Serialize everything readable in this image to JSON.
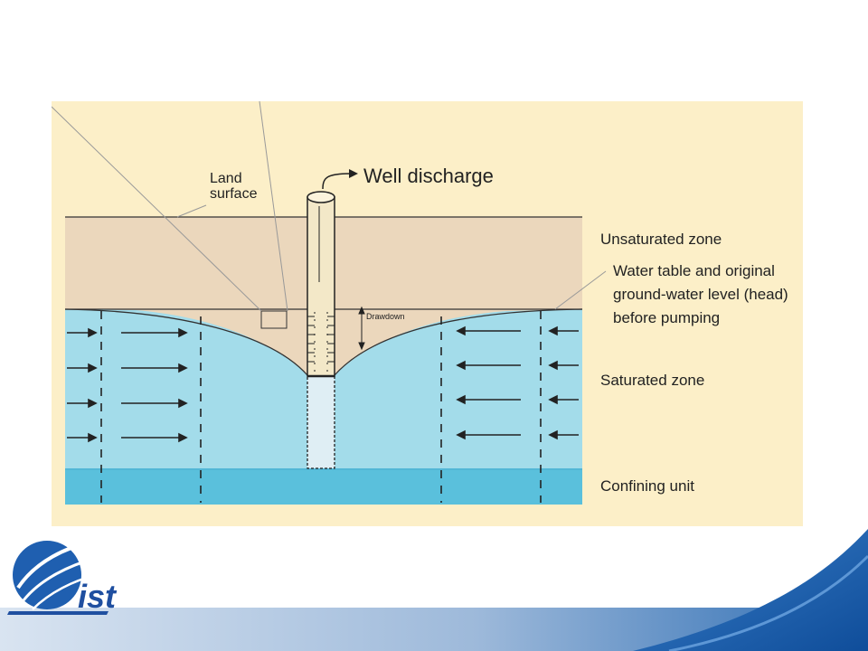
{
  "diagram": {
    "title_label": "Well discharge",
    "land_surface_label": [
      "Land",
      "surface"
    ],
    "unsaturated_zone_label": "Unsaturated zone",
    "water_table_label": [
      "Water table and original",
      "ground-water level (head)",
      "before pumping"
    ],
    "drawdown_label": "Drawdown",
    "saturated_zone_label": "Saturated zone",
    "confining_unit_label": "Confining unit"
  },
  "logo": {
    "text": "ist",
    "icon": "globe-swoosh-logo-icon"
  },
  "colors": {
    "panel_bg": "#fcefc8",
    "unsaturated": "#ebd7bc",
    "saturated": "#a3dcea",
    "confining": "#5ac0dc",
    "line": "#222222",
    "logo_blue": "#1f4fa0",
    "band_blue": "#2c6cb3"
  }
}
